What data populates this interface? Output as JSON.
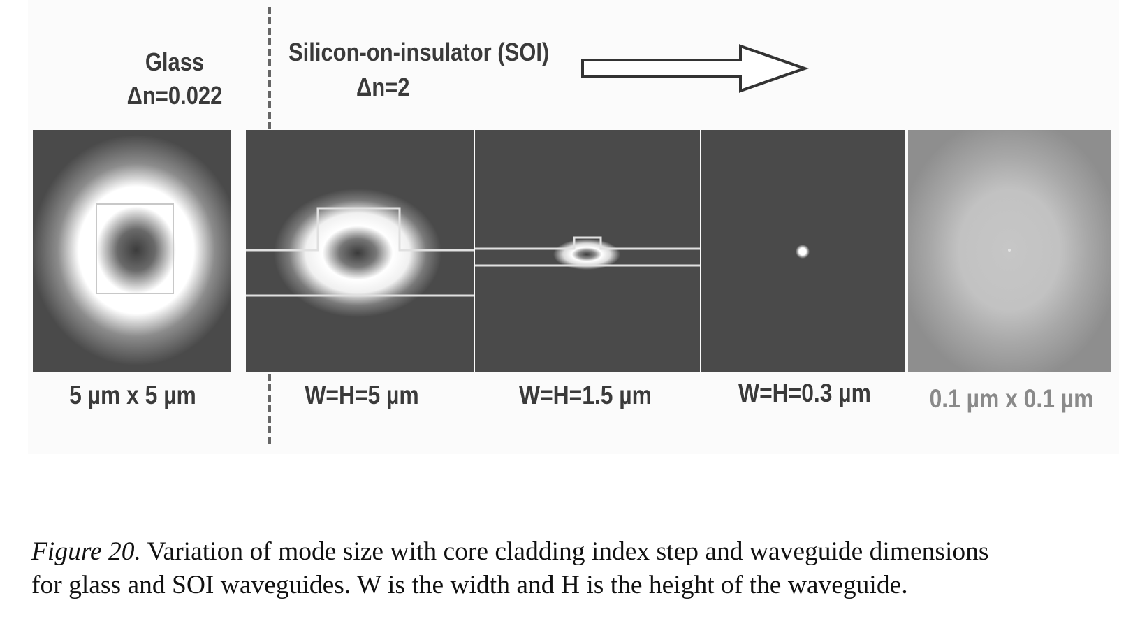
{
  "figure": {
    "glass_heading": {
      "line1": "Glass",
      "line2": "Δn=0.022"
    },
    "soi_heading": {
      "line1": "Silicon-on-insulator (SOI)",
      "line2": "Δn=2"
    },
    "panels": [
      {
        "label": "5 µm x 5 µm",
        "material": "glass"
      },
      {
        "label": "W=H=5 µm",
        "material": "SOI"
      },
      {
        "label": "W=H=1.5 µm",
        "material": "SOI"
      },
      {
        "label": "W=H=0.3 µm",
        "material": "SOI"
      },
      {
        "label": "0.1 µm x 0.1 µm",
        "material": "SOI"
      }
    ]
  },
  "caption": {
    "label": "Figure 20.",
    "line1": " Variation of mode size with core cladding index step and waveguide dimensions",
    "line2": "for glass and SOI waveguides. W is the width and H is the height of the waveguide."
  }
}
